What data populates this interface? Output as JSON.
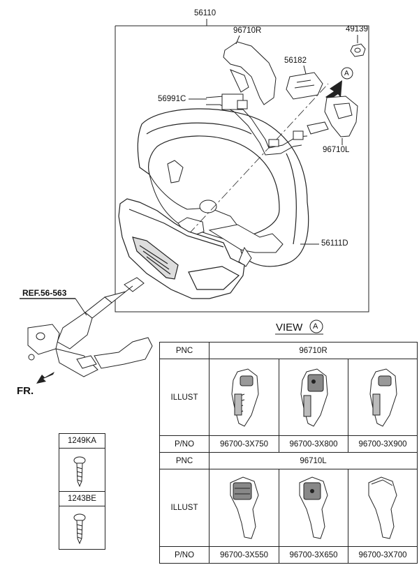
{
  "diagram": {
    "labels": {
      "p56110": "56110",
      "p49139": "49139",
      "p96710R": "96710R",
      "p56182": "56182",
      "p56991C": "56991C",
      "p96710L": "96710L",
      "p56111D": "56111D",
      "ref": "REF.56-563",
      "fr": "FR.",
      "view_marker": "A"
    }
  },
  "view": {
    "title": "VIEW",
    "marker": "A"
  },
  "table": {
    "row_labels": {
      "pnc": "PNC",
      "illust": "ILLUST",
      "pno": "P/NO"
    },
    "groups": [
      {
        "pnc": "96710R",
        "parts": [
          "96700-3X750",
          "96700-3X800",
          "96700-3X900"
        ]
      },
      {
        "pnc": "96710L",
        "parts": [
          "96700-3X550",
          "96700-3X650",
          "96700-3X700"
        ]
      }
    ]
  },
  "fasteners": [
    {
      "code": "1249KA"
    },
    {
      "code": "1243BE"
    }
  ]
}
